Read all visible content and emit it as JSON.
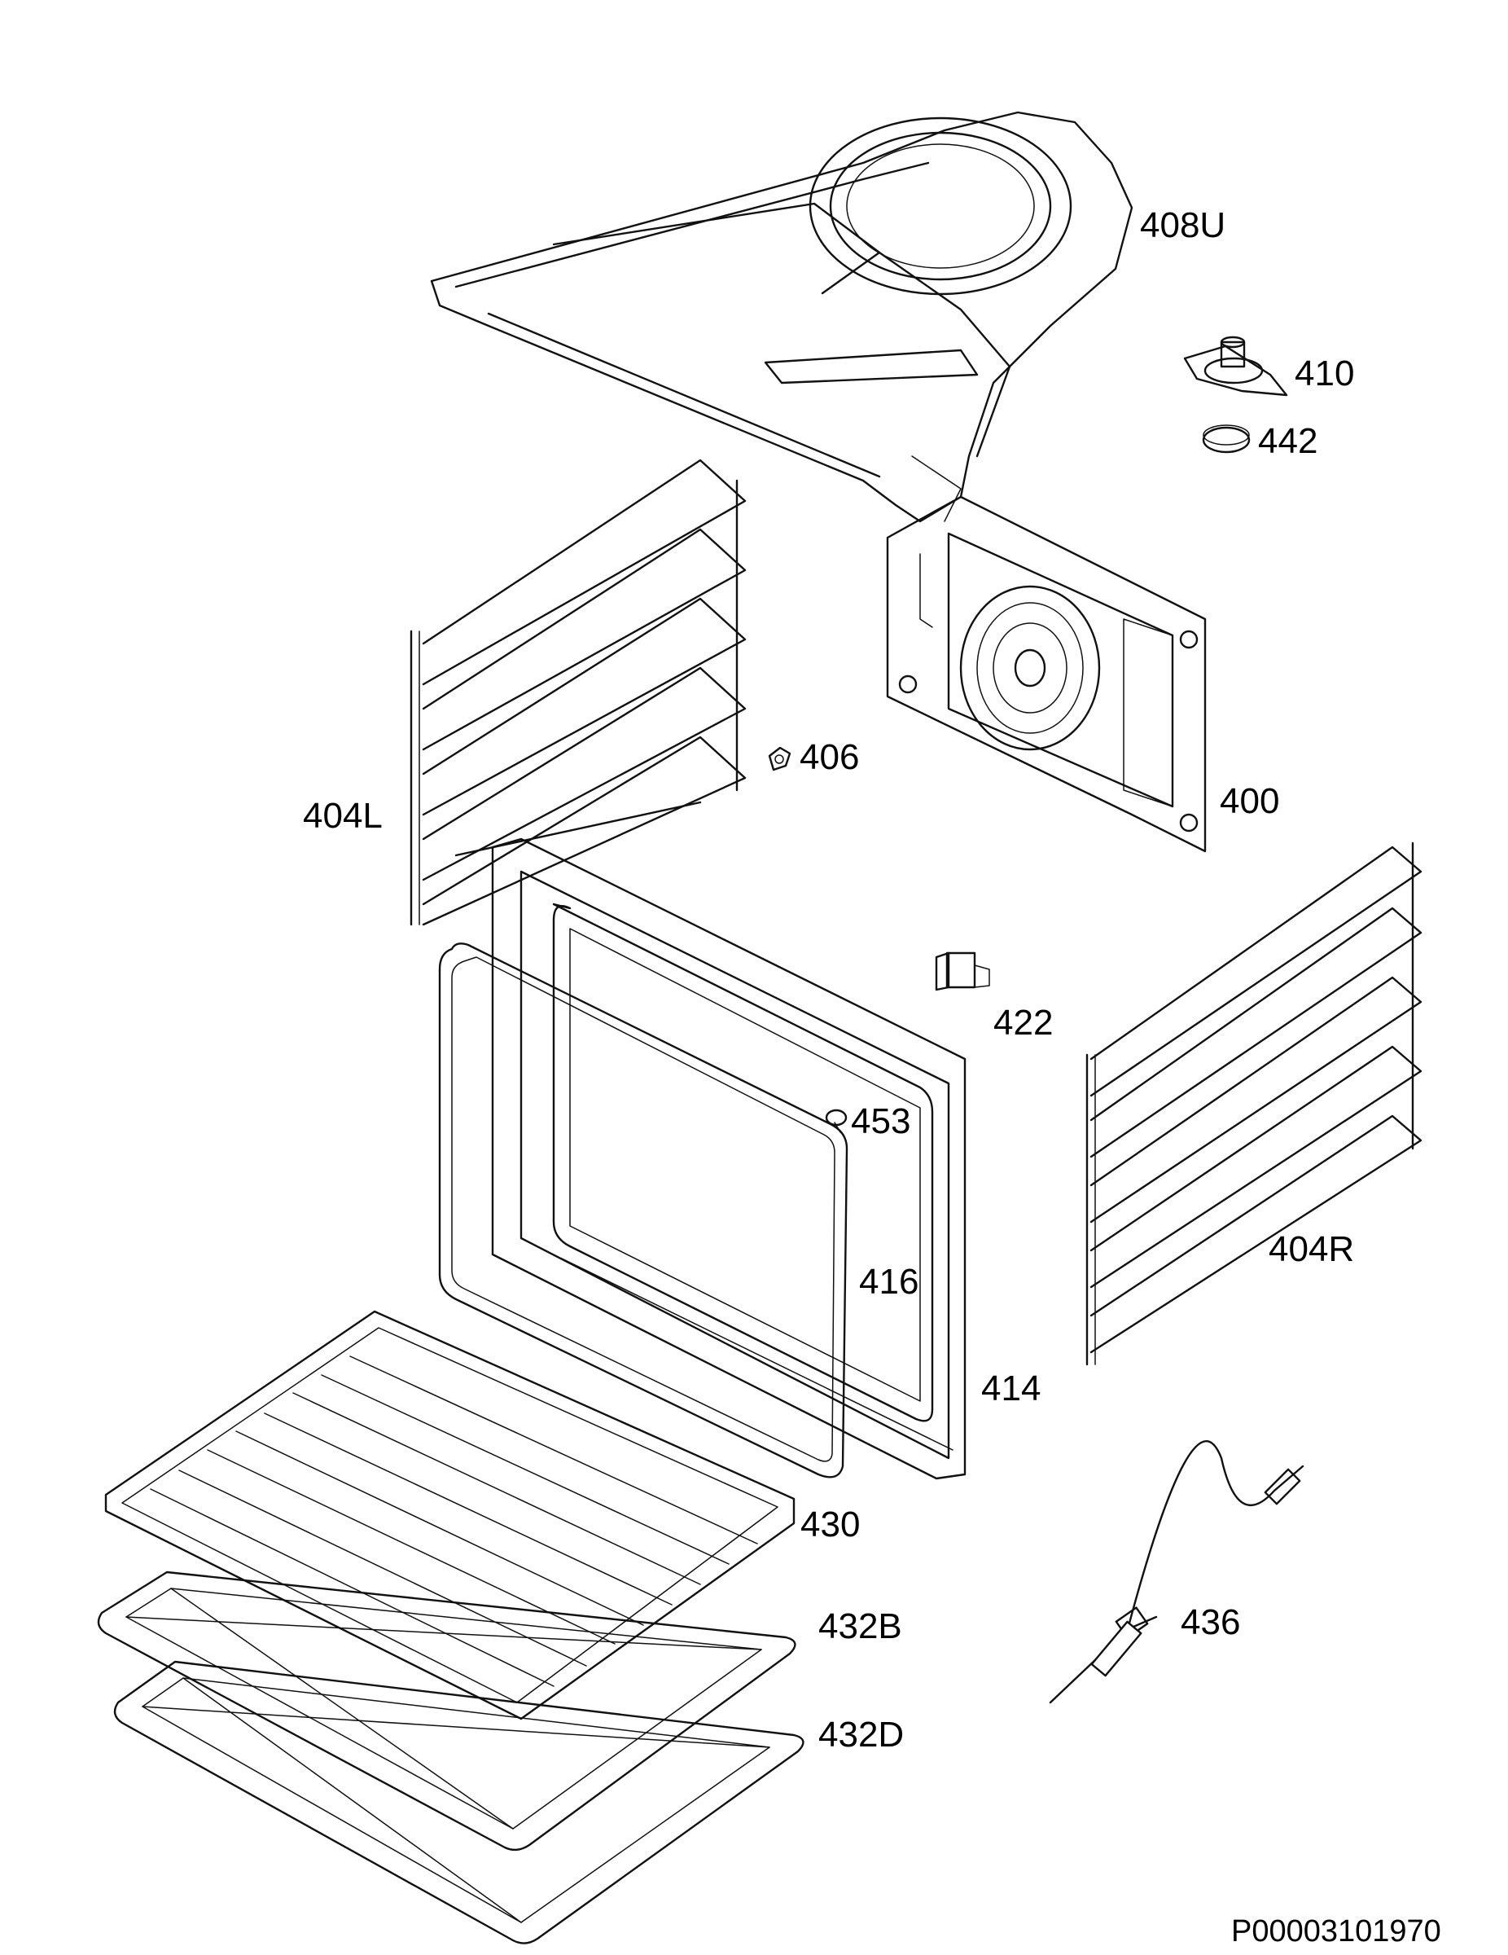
{
  "labels": {
    "408U": "408U",
    "410": "410",
    "442": "442",
    "404L": "404L",
    "406": "406",
    "400": "400",
    "422": "422",
    "453": "453",
    "404R": "404R",
    "416": "416",
    "414": "414",
    "430": "430",
    "432B": "432B",
    "432D": "432D",
    "436": "436"
  },
  "drawing_code": "P00003101970"
}
